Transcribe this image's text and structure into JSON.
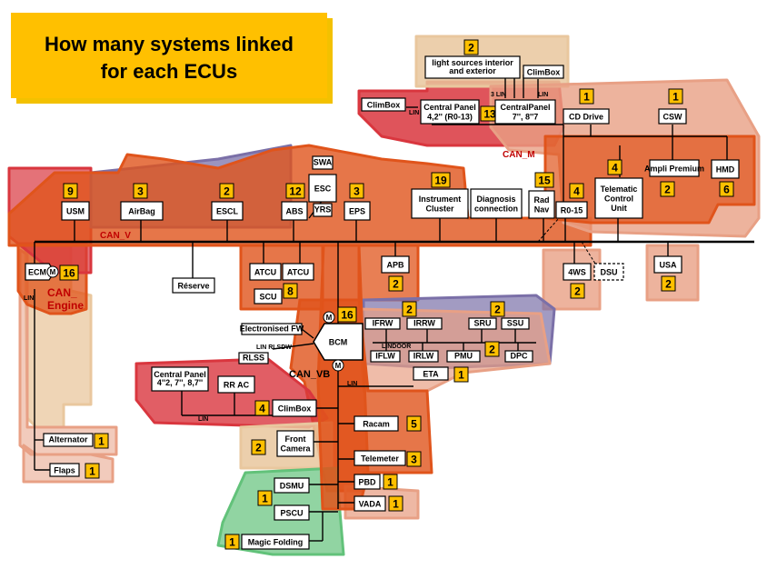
{
  "title": {
    "line1": "How many systems linked",
    "line2": "for each ECUs"
  },
  "colors": {
    "bus": "#000000",
    "badge_fill": "#ffc000",
    "region_orange": "#e0541b",
    "region_salmon": "#e8a085",
    "region_beige": "#e9c79e",
    "region_purple": "#7b70a8",
    "region_green": "#62c27a",
    "region_red": "#d9363e",
    "bus_label": "#c00000"
  },
  "bus_labels": {
    "can_v": "CAN_V",
    "can_m": "CAN_M",
    "can_vb": "CAN_VB",
    "can_engine": "CAN_\nEngine",
    "lin_label": "LIN",
    "lin3": "3 LIN",
    "lindoor": "LINDOOR",
    "lin_rlsdw": "LIN RLSDW"
  },
  "ecus": [
    {
      "id": "usm",
      "label": "USM",
      "badge": "9"
    },
    {
      "id": "airbag",
      "label": "AirBag",
      "badge": "3"
    },
    {
      "id": "escl",
      "label": "ESCL",
      "badge": "2"
    },
    {
      "id": "abs",
      "label": "ABS",
      "badge": "12"
    },
    {
      "id": "esc",
      "label": "ESC",
      "badge": ""
    },
    {
      "id": "swa",
      "label": "SWA",
      "badge": ""
    },
    {
      "id": "yrs",
      "label": "YRS",
      "badge": ""
    },
    {
      "id": "eps",
      "label": "EPS",
      "badge": "3"
    },
    {
      "id": "instrument",
      "label": "Instrument\nCluster",
      "badge": "19"
    },
    {
      "id": "diagnosis",
      "label": "Diagnosis\nconnection",
      "badge": ""
    },
    {
      "id": "radnav",
      "label": "Rad\nNav",
      "badge": "15"
    },
    {
      "id": "r015",
      "label": "R0-15",
      "badge": "4"
    },
    {
      "id": "telematic",
      "label": "Telematic\nControl\nUnit",
      "badge": "4"
    },
    {
      "id": "ampli",
      "label": "Ampli Premium",
      "badge": "2"
    },
    {
      "id": "hmd",
      "label": "HMD",
      "badge": "6"
    },
    {
      "id": "cddrive",
      "label": "CD Drive",
      "badge": "1"
    },
    {
      "id": "csw",
      "label": "CSW",
      "badge": "1"
    },
    {
      "id": "lightsources",
      "label": "light sources interior\nand exterior",
      "badge": "2"
    },
    {
      "id": "climbox_top",
      "label": "ClimBox",
      "badge": ""
    },
    {
      "id": "climbox_left",
      "label": "ClimBox",
      "badge": ""
    },
    {
      "id": "cp42",
      "label": "Central Panel\n4,2'' (R0-13)",
      "badge": "13"
    },
    {
      "id": "cp7",
      "label": "CentralPanel\n7'', 8''7",
      "badge": ""
    },
    {
      "id": "ecm",
      "label": "ECM",
      "badge": "16"
    },
    {
      "id": "reserve",
      "label": "Réserve",
      "badge": ""
    },
    {
      "id": "atcu1",
      "label": "ATCU",
      "badge": ""
    },
    {
      "id": "atcu2",
      "label": "ATCU",
      "badge": ""
    },
    {
      "id": "scu",
      "label": "SCU",
      "badge": "8"
    },
    {
      "id": "apb",
      "label": "APB",
      "badge": "2"
    },
    {
      "id": "4ws",
      "label": "4WS",
      "badge": "2"
    },
    {
      "id": "dsu",
      "label": "DSU",
      "badge": ""
    },
    {
      "id": "usa",
      "label": "USA",
      "badge": "2"
    },
    {
      "id": "bcm",
      "label": "BCM",
      "badge": "16"
    },
    {
      "id": "efw",
      "label": "Electronised FW",
      "badge": ""
    },
    {
      "id": "rlss",
      "label": "RLSS",
      "badge": ""
    },
    {
      "id": "ifrw",
      "label": "IFRW",
      "badge": "2"
    },
    {
      "id": "irrw",
      "label": "IRRW",
      "badge": ""
    },
    {
      "id": "sru",
      "label": "SRU",
      "badge": "2"
    },
    {
      "id": "ssu",
      "label": "SSU",
      "badge": ""
    },
    {
      "id": "iflw",
      "label": "IFLW",
      "badge": ""
    },
    {
      "id": "irlw",
      "label": "IRLW",
      "badge": ""
    },
    {
      "id": "pmu",
      "label": "PMU",
      "badge": "2"
    },
    {
      "id": "dpc",
      "label": "DPC",
      "badge": ""
    },
    {
      "id": "eta",
      "label": "ETA",
      "badge": "1"
    },
    {
      "id": "cp_small",
      "label": "Central Panel\n4''2, 7'', 8,7''",
      "badge": ""
    },
    {
      "id": "rrac",
      "label": "RR AC",
      "badge": ""
    },
    {
      "id": "climbox_mid",
      "label": "ClimBox",
      "badge": "4"
    },
    {
      "id": "racam",
      "label": "Racam",
      "badge": "5"
    },
    {
      "id": "frontcam",
      "label": "Front\nCamera",
      "badge": "2"
    },
    {
      "id": "telemeter",
      "label": "Telemeter",
      "badge": "3"
    },
    {
      "id": "alternator",
      "label": "Alternator",
      "badge": "1"
    },
    {
      "id": "flaps",
      "label": "Flaps",
      "badge": "1"
    },
    {
      "id": "pbd",
      "label": "PBD",
      "badge": "1"
    },
    {
      "id": "vada",
      "label": "VADA",
      "badge": "1"
    },
    {
      "id": "dsmu",
      "label": "DSMU",
      "badge": "1"
    },
    {
      "id": "pscu",
      "label": "PSCU",
      "badge": ""
    },
    {
      "id": "magicfolding",
      "label": "Magic Folding",
      "badge": "1"
    }
  ]
}
